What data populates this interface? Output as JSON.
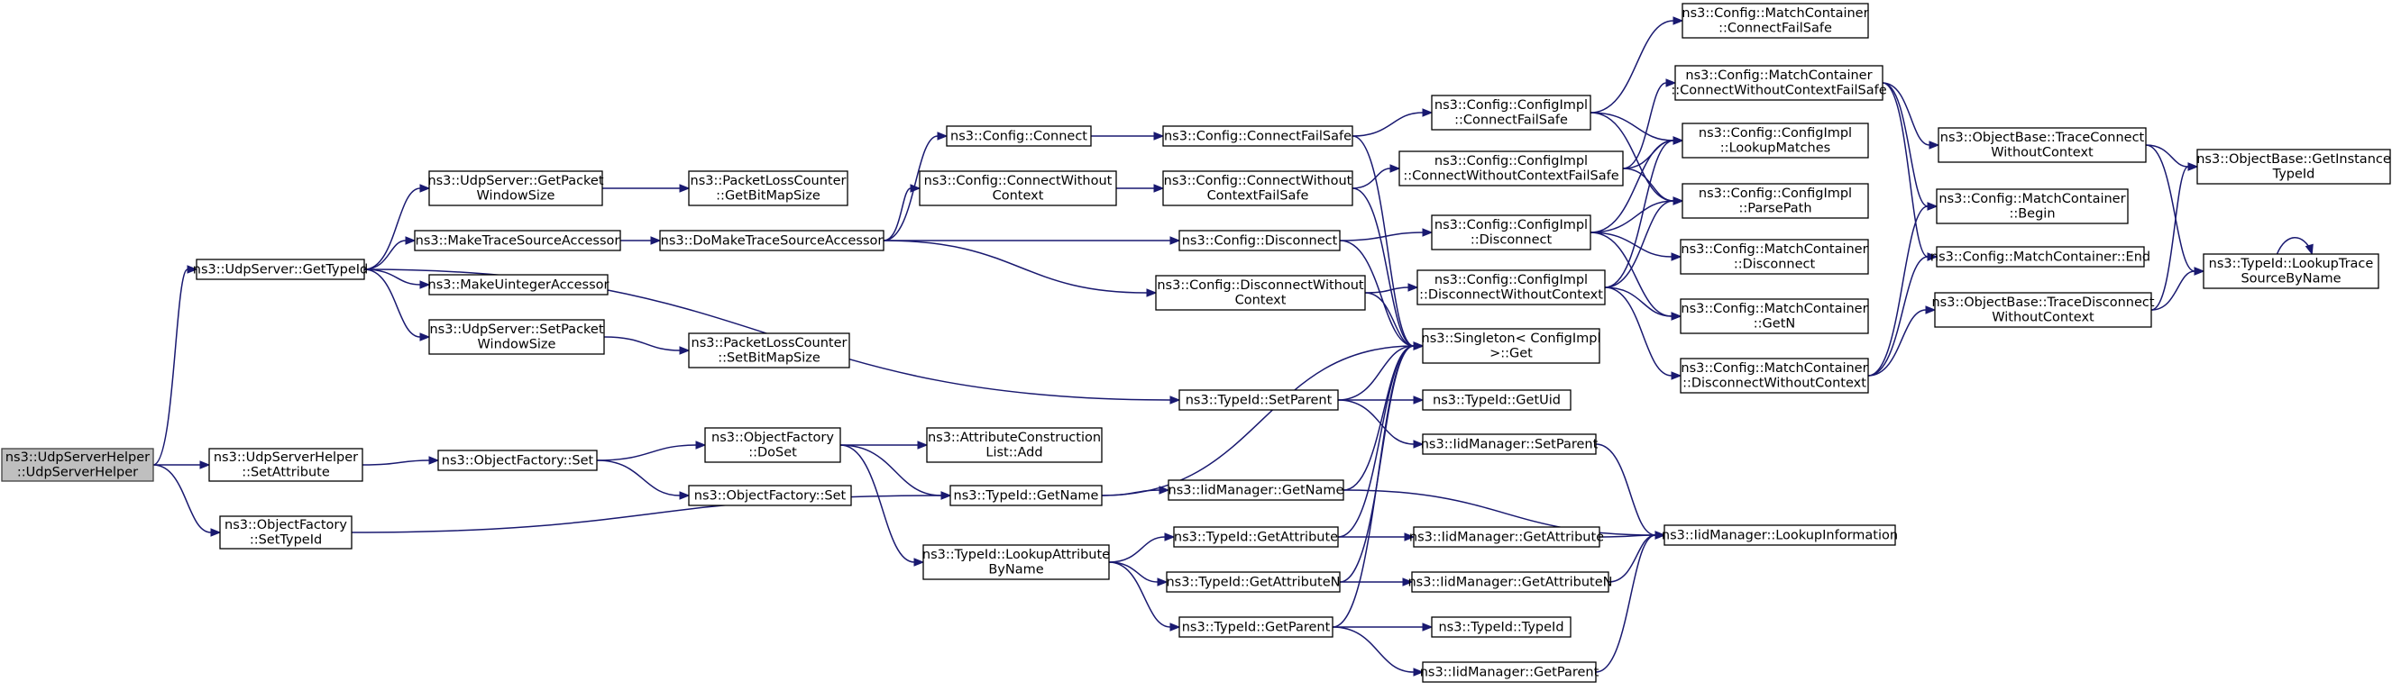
{
  "nodes": [
    {
      "id": "n0",
      "lines": [
        "ns3::UdpServerHelper",
        "::UdpServerHelper"
      ]
    },
    {
      "id": "n1",
      "lines": [
        "ns3::UdpServer::GetTypeId"
      ]
    },
    {
      "id": "n2",
      "lines": [
        "ns3::UdpServerHelper",
        "::SetAttribute"
      ]
    },
    {
      "id": "n3",
      "lines": [
        "ns3::ObjectFactory",
        "::SetTypeId"
      ]
    },
    {
      "id": "n4",
      "lines": [
        "ns3::UdpServer::GetPacket",
        "WindowSize"
      ]
    },
    {
      "id": "n5",
      "lines": [
        "ns3::MakeTraceSourceAccessor"
      ]
    },
    {
      "id": "n6",
      "lines": [
        "ns3::MakeUintegerAccessor"
      ]
    },
    {
      "id": "n7",
      "lines": [
        "ns3::UdpServer::SetPacket",
        "WindowSize"
      ]
    },
    {
      "id": "n8",
      "lines": [
        "ns3::PacketLossCounter",
        "::GetBitMapSize"
      ]
    },
    {
      "id": "n9",
      "lines": [
        "ns3::DoMakeTraceSourceAccessor"
      ]
    },
    {
      "id": "n10",
      "lines": [
        "ns3::PacketLossCounter",
        "::SetBitMapSize"
      ]
    },
    {
      "id": "n11",
      "lines": [
        "ns3::ObjectFactory::Set"
      ]
    },
    {
      "id": "n12",
      "lines": [
        "ns3::ObjectFactory",
        "::DoSet"
      ]
    },
    {
      "id": "n13",
      "lines": [
        "ns3::ObjectFactory::Set"
      ]
    },
    {
      "id": "n14",
      "lines": [
        "ns3::Config::Connect"
      ]
    },
    {
      "id": "n15",
      "lines": [
        "ns3::Config::ConnectWithout",
        "Context"
      ]
    },
    {
      "id": "n16",
      "lines": [
        "ns3::AttributeConstruction",
        "List::Add"
      ]
    },
    {
      "id": "n17",
      "lines": [
        "ns3::TypeId::GetName"
      ]
    },
    {
      "id": "n18",
      "lines": [
        "ns3::TypeId::LookupAttribute",
        "ByName"
      ]
    },
    {
      "id": "n19",
      "lines": [
        "ns3::Config::ConnectFailSafe"
      ]
    },
    {
      "id": "n20",
      "lines": [
        "ns3::Config::ConnectWithout",
        "ContextFailSafe"
      ]
    },
    {
      "id": "n21",
      "lines": [
        "ns3::Config::Disconnect"
      ]
    },
    {
      "id": "n22",
      "lines": [
        "ns3::Config::DisconnectWithout",
        "Context"
      ]
    },
    {
      "id": "n23",
      "lines": [
        "ns3::TypeId::SetParent"
      ]
    },
    {
      "id": "n24",
      "lines": [
        "ns3::IidManager::GetName"
      ]
    },
    {
      "id": "n25",
      "lines": [
        "ns3::TypeId::GetAttribute"
      ]
    },
    {
      "id": "n26",
      "lines": [
        "ns3::TypeId::GetAttributeN"
      ]
    },
    {
      "id": "n27",
      "lines": [
        "ns3::TypeId::GetParent"
      ]
    },
    {
      "id": "n28",
      "lines": [
        "ns3::Config::ConfigImpl",
        "::ConnectFailSafe"
      ]
    },
    {
      "id": "n29",
      "lines": [
        "ns3::Config::ConfigImpl",
        "::ConnectWithoutContextFailSafe"
      ]
    },
    {
      "id": "n30",
      "lines": [
        "ns3::Config::ConfigImpl",
        "::Disconnect"
      ]
    },
    {
      "id": "n31",
      "lines": [
        "ns3::Config::ConfigImpl",
        "::DisconnectWithoutContext"
      ]
    },
    {
      "id": "n32",
      "lines": [
        "ns3::Singleton< ConfigImpl",
        ">::Get"
      ]
    },
    {
      "id": "n33",
      "lines": [
        "ns3::TypeId::GetUid"
      ]
    },
    {
      "id": "n34",
      "lines": [
        "ns3::IidManager::SetParent"
      ]
    },
    {
      "id": "n35",
      "lines": [
        "ns3::IidManager::GetAttribute"
      ]
    },
    {
      "id": "n36",
      "lines": [
        "ns3::IidManager::GetAttributeN"
      ]
    },
    {
      "id": "n37",
      "lines": [
        "ns3::TypeId::TypeId"
      ]
    },
    {
      "id": "n38",
      "lines": [
        "ns3::IidManager::GetParent"
      ]
    },
    {
      "id": "n39",
      "lines": [
        "ns3::Config::MatchContainer",
        "::ConnectFailSafe"
      ]
    },
    {
      "id": "n40",
      "lines": [
        "ns3::Config::MatchContainer",
        "::ConnectWithoutContextFailSafe"
      ]
    },
    {
      "id": "n41",
      "lines": [
        "ns3::Config::ConfigImpl",
        "::LookupMatches"
      ]
    },
    {
      "id": "n42",
      "lines": [
        "ns3::Config::ConfigImpl",
        "::ParsePath"
      ]
    },
    {
      "id": "n43",
      "lines": [
        "ns3::Config::MatchContainer",
        "::Disconnect"
      ]
    },
    {
      "id": "n44",
      "lines": [
        "ns3::Config::MatchContainer",
        "::GetN"
      ]
    },
    {
      "id": "n45",
      "lines": [
        "ns3::Config::MatchContainer",
        "::DisconnectWithoutContext"
      ]
    },
    {
      "id": "n46",
      "lines": [
        "ns3::IidManager::LookupInformation"
      ]
    },
    {
      "id": "n47",
      "lines": [
        "ns3::ObjectBase::TraceConnect",
        "WithoutContext"
      ]
    },
    {
      "id": "n48",
      "lines": [
        "ns3::Config::MatchContainer",
        "::Begin"
      ]
    },
    {
      "id": "n49",
      "lines": [
        "ns3::Config::MatchContainer::End"
      ]
    },
    {
      "id": "n50",
      "lines": [
        "ns3::ObjectBase::TraceDisconnect",
        "WithoutContext"
      ]
    },
    {
      "id": "n51",
      "lines": [
        "ns3::ObjectBase::GetInstance",
        "TypeId"
      ]
    },
    {
      "id": "n52",
      "lines": [
        "ns3::TypeId::LookupTrace",
        "SourceByName"
      ]
    }
  ],
  "edges": [
    [
      "n0",
      "n1"
    ],
    [
      "n0",
      "n2"
    ],
    [
      "n0",
      "n3"
    ],
    [
      "n1",
      "n4"
    ],
    [
      "n1",
      "n5"
    ],
    [
      "n1",
      "n6"
    ],
    [
      "n1",
      "n7"
    ],
    [
      "n1",
      "n23"
    ],
    [
      "n2",
      "n11"
    ],
    [
      "n3",
      "n17"
    ],
    [
      "n4",
      "n8"
    ],
    [
      "n5",
      "n9"
    ],
    [
      "n7",
      "n10"
    ],
    [
      "n9",
      "n14"
    ],
    [
      "n9",
      "n15"
    ],
    [
      "n9",
      "n21"
    ],
    [
      "n9",
      "n22"
    ],
    [
      "n11",
      "n12"
    ],
    [
      "n11",
      "n13"
    ],
    [
      "n12",
      "n16"
    ],
    [
      "n12",
      "n17"
    ],
    [
      "n12",
      "n18"
    ],
    [
      "n14",
      "n19"
    ],
    [
      "n15",
      "n20"
    ],
    [
      "n17",
      "n24"
    ],
    [
      "n17",
      "n32"
    ],
    [
      "n18",
      "n25"
    ],
    [
      "n18",
      "n26"
    ],
    [
      "n18",
      "n27"
    ],
    [
      "n19",
      "n28"
    ],
    [
      "n19",
      "n32"
    ],
    [
      "n20",
      "n29"
    ],
    [
      "n20",
      "n32"
    ],
    [
      "n21",
      "n30"
    ],
    [
      "n21",
      "n32"
    ],
    [
      "n22",
      "n31"
    ],
    [
      "n22",
      "n32"
    ],
    [
      "n23",
      "n32"
    ],
    [
      "n23",
      "n33"
    ],
    [
      "n23",
      "n34"
    ],
    [
      "n24",
      "n32"
    ],
    [
      "n24",
      "n46"
    ],
    [
      "n25",
      "n32"
    ],
    [
      "n25",
      "n35"
    ],
    [
      "n26",
      "n32"
    ],
    [
      "n26",
      "n36"
    ],
    [
      "n27",
      "n32"
    ],
    [
      "n27",
      "n37"
    ],
    [
      "n27",
      "n38"
    ],
    [
      "n28",
      "n39"
    ],
    [
      "n28",
      "n41"
    ],
    [
      "n28",
      "n42"
    ],
    [
      "n29",
      "n40"
    ],
    [
      "n29",
      "n41"
    ],
    [
      "n29",
      "n42"
    ],
    [
      "n30",
      "n41"
    ],
    [
      "n30",
      "n42"
    ],
    [
      "n30",
      "n43"
    ],
    [
      "n30",
      "n44"
    ],
    [
      "n31",
      "n41"
    ],
    [
      "n31",
      "n42"
    ],
    [
      "n31",
      "n44"
    ],
    [
      "n31",
      "n45"
    ],
    [
      "n34",
      "n46"
    ],
    [
      "n35",
      "n46"
    ],
    [
      "n36",
      "n46"
    ],
    [
      "n38",
      "n46"
    ],
    [
      "n40",
      "n47"
    ],
    [
      "n40",
      "n48"
    ],
    [
      "n40",
      "n49"
    ],
    [
      "n45",
      "n48"
    ],
    [
      "n45",
      "n49"
    ],
    [
      "n45",
      "n50"
    ],
    [
      "n47",
      "n51"
    ],
    [
      "n47",
      "n52"
    ],
    [
      "n50",
      "n51"
    ],
    [
      "n50",
      "n52"
    ],
    [
      "n52",
      "n52"
    ]
  ]
}
